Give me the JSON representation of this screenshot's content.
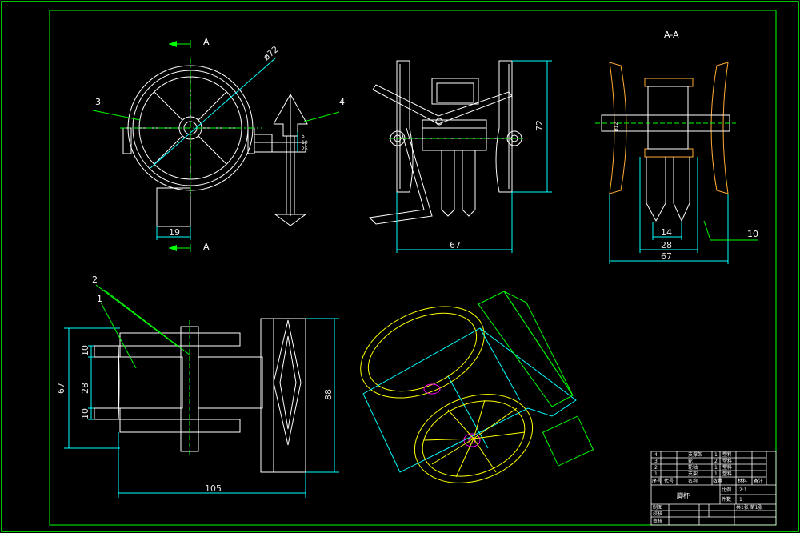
{
  "views": {
    "front": {
      "section_mark_top": "A",
      "section_mark_bottom": "A",
      "diameter": "ø72",
      "dim_bottom": "19",
      "callout_3": "3",
      "callout_4": "4",
      "small_dims": [
        "5",
        "10",
        "25"
      ]
    },
    "side": {
      "dim_width": "67",
      "dim_height": "72"
    },
    "section": {
      "title": "A-A",
      "dim_inner": "14",
      "dim_mid": "28",
      "dim_overall": "67",
      "callout_10": "10",
      "shaft_dim": "ø12"
    },
    "top": {
      "callout_1": "1",
      "callout_2": "2",
      "dim_left_overall": "67",
      "dim_left_upper": "10",
      "dim_left_mid": "28",
      "dim_left_lower": "10",
      "dim_right": "88",
      "dim_bottom": "105"
    }
  },
  "colors": {
    "border": "#00ff00",
    "line": "#ffffff",
    "dim": "#00ffff",
    "iso_yellow": "#ffff00",
    "iso_cyan": "#00ffff",
    "iso_green": "#00ff00",
    "iso_magenta": "#ff00ff"
  },
  "title_block": {
    "parts": [
      {
        "no": "4",
        "name": "支撑架",
        "qty": "1",
        "mat": "塑料"
      },
      {
        "no": "3",
        "name": "轮",
        "qty": "2",
        "mat": "塑料"
      },
      {
        "no": "2",
        "name": "轮轴",
        "qty": "1",
        "mat": "塑料"
      },
      {
        "no": "1",
        "name": "支架",
        "qty": "1",
        "mat": "塑料"
      }
    ],
    "header": [
      "序号",
      "代号",
      "名称",
      "数量",
      "材料",
      "备注"
    ],
    "title": "脚杯",
    "scale_label": "比例",
    "scale": "2:1",
    "sheet_label": "件数",
    "sheet": "1",
    "rows": [
      "制图",
      "校核",
      "审核"
    ],
    "footer": "共1张 第1张"
  }
}
